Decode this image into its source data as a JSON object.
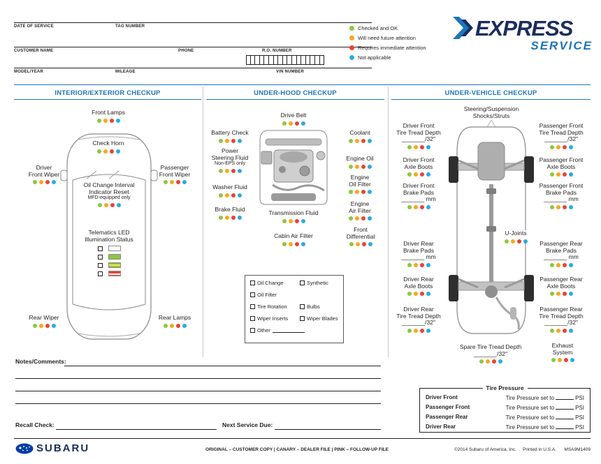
{
  "colors": {
    "status": [
      "#8dc63f",
      "#f5a81c",
      "#ee4036",
      "#29abe2"
    ],
    "accent_blue": "#1c75bc",
    "navy": "#1b2d5e"
  },
  "logo": {
    "express": "EXPRESS",
    "service": "SERVICE"
  },
  "legend": [
    "Checked and OK",
    "Will need future attention",
    "Requires immediate attention",
    "Not applicable"
  ],
  "form": {
    "date_of_service": "DATE OF SERVICE",
    "tag_number": "TAG NUMBER",
    "customer_name": "CUSTOMER NAME",
    "phone": "PHONE",
    "ro_number": "R.O. NUMBER",
    "model_year": "MODEL/YEAR",
    "mileage": "MILEAGE",
    "vin_number": "VIN NUMBER"
  },
  "sections": {
    "interior": {
      "title": "INTERIOR/EXTERIOR CHECKUP",
      "front_lamps": "Front Lamps",
      "check_horn": "Check Horn",
      "driver_front_wiper": "Driver\nFront Wiper",
      "passenger_front_wiper": "Passenger\nFront Wiper",
      "oil_change_interval": "Oil Change Interval\nIndicator Reset",
      "oil_change_interval_note": "MFD-equipped only",
      "telematics": "Telematics LED\nIllumination Status",
      "rear_wiper": "Rear Wiper",
      "rear_lamps": "Rear Lamps"
    },
    "under_hood": {
      "title": "UNDER-HOOD CHECKUP",
      "drive_belt": "Drive Belt",
      "battery_check": "Battery Check",
      "coolant": "Coolant",
      "power_steering": "Power\nSteering Fluid",
      "power_steering_note": "Non-EPS only",
      "engine_oil": "Engine Oil",
      "washer_fluid": "Washer Fluid",
      "engine_oil_filter": "Engine\nOil Filter",
      "brake_fluid": "Brake Fluid",
      "engine_air_filter": "Engine\nAir Filter",
      "transmission_fluid": "Transmission Fluid",
      "front_differential": "Front\nDifferential",
      "cabin_air_filter": "Cabin Air Filter",
      "services": {
        "oil_change": "Oil Change",
        "synthetic": "Synthetic",
        "oil_filter": "Oil Filter",
        "tire_rotation": "Tire Rotation",
        "bulbs": "Bulbs",
        "wiper_inserts": "Wiper Inserts",
        "wiper_blades": "Wiper Blades",
        "other": "Other"
      }
    },
    "under_vehicle": {
      "title": "UNDER-VEHICLE CHECKUP",
      "steering": "Steering/Suspension\nShocks/Struts",
      "blank_32": "_______/32\"",
      "blank_mm": "_______ mm",
      "driver_front_tread": "Driver Front\nTire Tread Depth",
      "passenger_front_tread": "Passenger Front\nTire Tread Depth",
      "driver_front_axle": "Driver Front\nAxle Boots",
      "passenger_front_axle": "Passenger Front\nAxle Boots",
      "driver_front_brake": "Driver Front\nBrake Pads",
      "passenger_front_brake": "Passenger Front\nBrake Pads",
      "driver_rear_brake": "Driver Rear\nBrake Pads",
      "passenger_rear_brake": "Passenger Rear\nBrake Pads",
      "u_joints": "U-Joints",
      "driver_rear_axle": "Driver Rear\nAxle Boots",
      "passenger_rear_axle": "Passenger Rear\nAxle Boots",
      "driver_rear_tread": "Driver Rear\nTire Tread Depth",
      "passenger_rear_tread": "Passenger Rear\nTire Tread Depth",
      "spare_tread": "Spare Tire Tread Depth",
      "exhaust": "Exhaust\nSystem"
    }
  },
  "notes_label": "Notes/Comments:",
  "tire_pressure": {
    "title": "Tire Pressure",
    "rows": [
      "Driver Front",
      "Passenger Front",
      "Passenger Rear",
      "Driver Rear"
    ],
    "set_to": "Tire Pressure set to",
    "psi": "PSI"
  },
  "recall_label": "Recall Check:",
  "next_service_label": "Next Service Due:",
  "footer": {
    "brand": "SUBARU",
    "distribution": "ORIGINAL – CUSTOMER COPY  |  CANARY – DEALER FILE  |  PINK – FOLLOW-UP FILE",
    "copyright": "©2014 Subaru of America, Inc.",
    "printed": "Printed in U.S.A.",
    "form_number": "MSA9M1409"
  }
}
